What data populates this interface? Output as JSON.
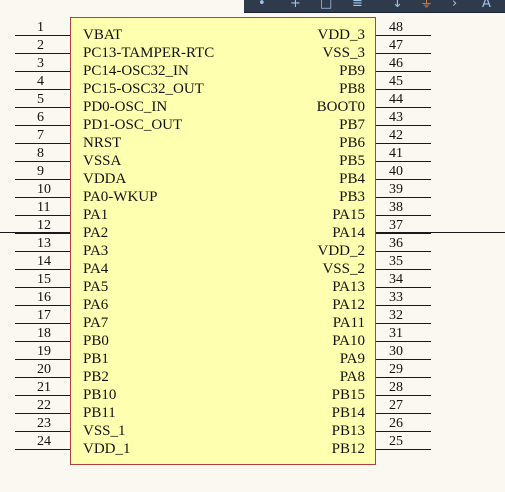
{
  "component": {
    "left_pins": [
      {
        "num": "1",
        "name": "VBAT"
      },
      {
        "num": "2",
        "name": "PC13-TAMPER-RTC"
      },
      {
        "num": "3",
        "name": "PC14-OSC32_IN"
      },
      {
        "num": "4",
        "name": "PC15-OSC32_OUT"
      },
      {
        "num": "5",
        "name": "PD0-OSC_IN"
      },
      {
        "num": "6",
        "name": "PD1-OSC_OUT"
      },
      {
        "num": "7",
        "name": "NRST"
      },
      {
        "num": "8",
        "name": "VSSA"
      },
      {
        "num": "9",
        "name": "VDDA"
      },
      {
        "num": "10",
        "name": "PA0-WKUP"
      },
      {
        "num": "11",
        "name": "PA1"
      },
      {
        "num": "12",
        "name": "PA2"
      },
      {
        "num": "13",
        "name": "PA3"
      },
      {
        "num": "14",
        "name": "PA4"
      },
      {
        "num": "15",
        "name": "PA5"
      },
      {
        "num": "16",
        "name": "PA6"
      },
      {
        "num": "17",
        "name": "PA7"
      },
      {
        "num": "18",
        "name": "PB0"
      },
      {
        "num": "19",
        "name": "PB1"
      },
      {
        "num": "20",
        "name": "PB2"
      },
      {
        "num": "21",
        "name": "PB10"
      },
      {
        "num": "22",
        "name": "PB11"
      },
      {
        "num": "23",
        "name": "VSS_1"
      },
      {
        "num": "24",
        "name": "VDD_1"
      }
    ],
    "right_pins": [
      {
        "num": "48",
        "name": "VDD_3"
      },
      {
        "num": "47",
        "name": "VSS_3"
      },
      {
        "num": "46",
        "name": "PB9"
      },
      {
        "num": "45",
        "name": "PB8"
      },
      {
        "num": "44",
        "name": "BOOT0"
      },
      {
        "num": "43",
        "name": "PB7"
      },
      {
        "num": "42",
        "name": "PB6"
      },
      {
        "num": "41",
        "name": "PB5"
      },
      {
        "num": "40",
        "name": "PB4"
      },
      {
        "num": "39",
        "name": "PB3"
      },
      {
        "num": "38",
        "name": "PA15"
      },
      {
        "num": "37",
        "name": "PA14"
      },
      {
        "num": "36",
        "name": "VDD_2"
      },
      {
        "num": "35",
        "name": "VSS_2"
      },
      {
        "num": "34",
        "name": "PA13"
      },
      {
        "num": "33",
        "name": "PA12"
      },
      {
        "num": "32",
        "name": "PA11"
      },
      {
        "num": "31",
        "name": "PA10"
      },
      {
        "num": "30",
        "name": "PA9"
      },
      {
        "num": "29",
        "name": "PA8"
      },
      {
        "num": "28",
        "name": "PB15"
      },
      {
        "num": "27",
        "name": "PB14"
      },
      {
        "num": "26",
        "name": "PB13"
      },
      {
        "num": "25",
        "name": "PB12"
      }
    ]
  },
  "toolbar": {
    "icons": [
      "pointer-icon",
      "plus-icon",
      "select-rect-icon",
      "align-icon",
      "wire-icon",
      "ground-icon",
      "bus-arrow-icon",
      "text-icon"
    ],
    "text_glyph": "A"
  },
  "colors": {
    "background": "#faf8f0",
    "body_fill": "#ffffb0",
    "body_border": "#b04040",
    "pin_line": "#1a1a1a",
    "toolbar": "#2f3a4a"
  }
}
